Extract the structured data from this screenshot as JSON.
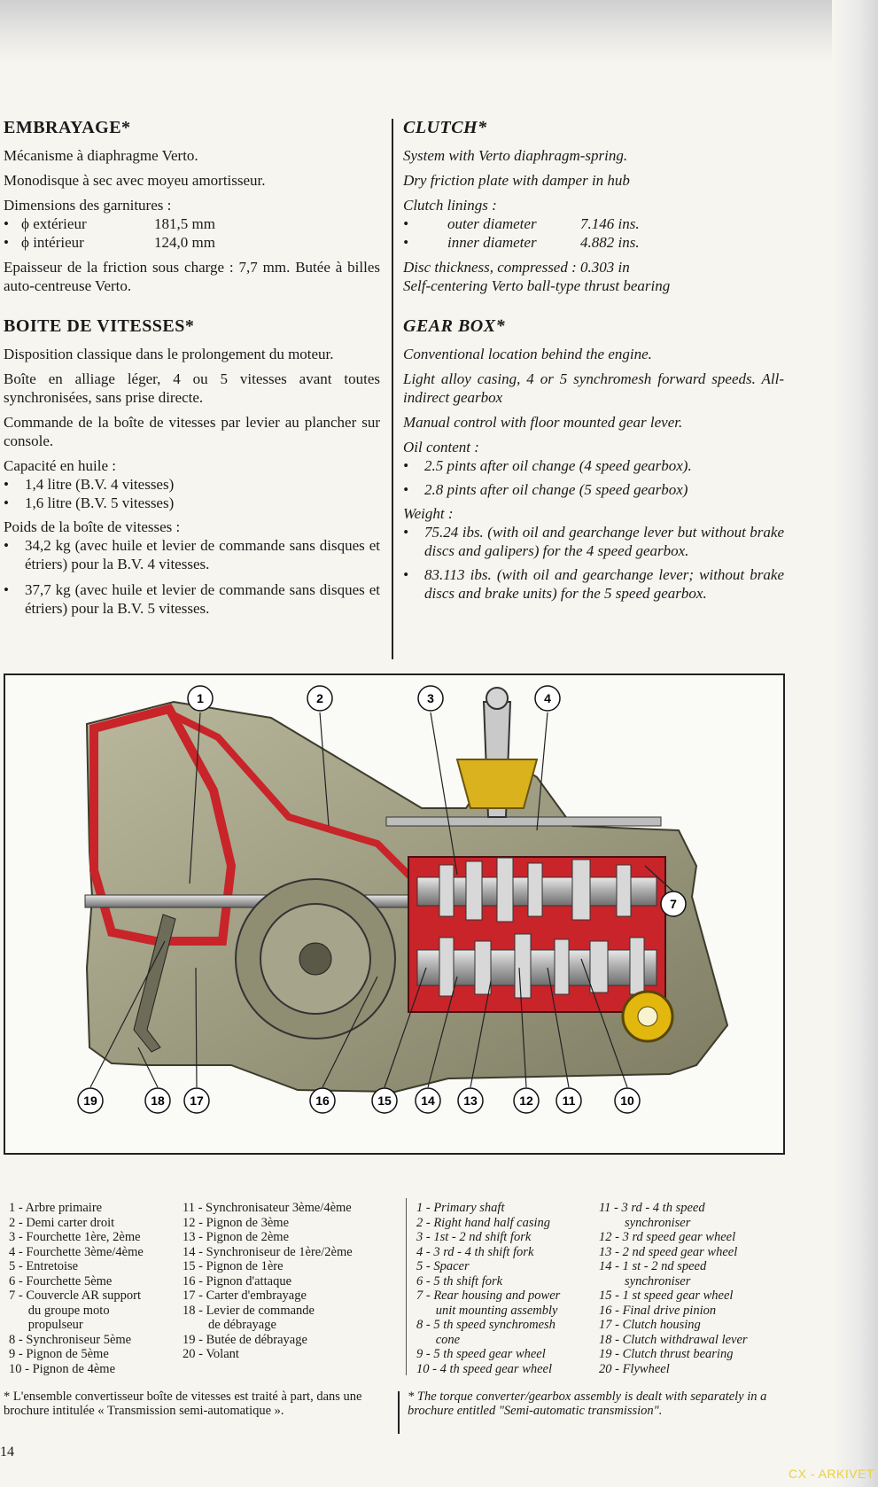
{
  "fr": {
    "clutch_title": "EMBRAYAGE*",
    "clutch_p1": "Mécanisme à diaphragme Verto.",
    "clutch_p2": "Monodisque à sec avec moyeu amortisseur.",
    "clutch_p3": "Dimensions des garnitures :",
    "clutch_rows": [
      {
        "bullet": "•",
        "label": "ϕ extérieur",
        "value": "181,5   mm"
      },
      {
        "bullet": "•",
        "label": "ϕ intérieur",
        "value": "124,0   mm"
      }
    ],
    "clutch_p4": "Epaisseur de la friction sous charge : 7,7 mm. Butée à billes auto-centreuse Verto.",
    "gear_title": "BOITE DE VITESSES*",
    "gear_p1": "Disposition classique dans le prolongement du moteur.",
    "gear_p2": "Boîte en alliage léger, 4 ou 5 vitesses avant toutes synchronisées, sans prise directe.",
    "gear_p3": "Commande de la boîte de vitesses par levier au plancher sur console.",
    "oil_title": "Capacité en huile :",
    "oil_items": [
      "1,4 litre  (B.V. 4 vitesses)",
      "1,6 litre  (B.V. 5 vitesses)"
    ],
    "weight_title": "Poids de la boîte de vitesses :",
    "weight_items": [
      "34,2 kg (avec huile et levier de commande sans disques et étriers) pour la B.V. 4 vitesses.",
      "37,7 kg (avec huile et levier de commande sans disques et étriers) pour la B.V. 5 vitesses."
    ]
  },
  "en": {
    "clutch_title": "CLUTCH*",
    "clutch_p1": "System with Verto diaphragm-spring.",
    "clutch_p2": "Dry friction plate with damper in hub",
    "clutch_p3": "Clutch linings :",
    "clutch_rows": [
      {
        "bullet": "•",
        "label": "outer diameter",
        "value": "7.146 ins."
      },
      {
        "bullet": "•",
        "label": "inner diameter",
        "value": "4.882 ins."
      }
    ],
    "clutch_p4": "Disc thickness, compressed : 0.303 in",
    "clutch_p5": "Self-centering Verto ball-type thrust bearing",
    "gear_title": "GEAR BOX*",
    "gear_p1": "Conventional location behind the engine.",
    "gear_p2": "Light alloy casing,  4 or 5  synchromesh  forward speeds. All-indirect gearbox",
    "gear_p3": "Manual  control  with  floor  mounted  gear  lever.",
    "oil_title": "Oil content :",
    "oil_items": [
      "2.5 pints  after oil change (4 speed gearbox).",
      "2.8 pints  after oil change (5 speed gearbox)"
    ],
    "weight_title": "Weight :",
    "weight_items": [
      "75.24 ibs.  (with oil  and gearchange  lever but without brake discs and galipers)  for the 4 speed gearbox.",
      "83.113  ibs.  (with oil and gearchange  lever; without  brake discs and brake units)  for the 5 speed gearbox."
    ]
  },
  "diagram": {
    "callouts": [
      {
        "num": "1"
      },
      {
        "num": "2"
      },
      {
        "num": "3"
      },
      {
        "num": "4"
      },
      {
        "num": "7"
      },
      {
        "num": "19"
      },
      {
        "num": "18"
      },
      {
        "num": "17"
      },
      {
        "num": "16"
      },
      {
        "num": "15"
      },
      {
        "num": "14"
      },
      {
        "num": "13"
      },
      {
        "num": "12"
      },
      {
        "num": "11"
      },
      {
        "num": "10"
      }
    ]
  },
  "legend": {
    "fr_col1": [
      "1 - Arbre primaire",
      "2 - Demi carter droit",
      "3 - Fourchette 1ère, 2ème",
      "4 - Fourchette 3ème/4ème",
      "5 - Entretoise",
      "6 - Fourchette 5ème",
      "7 - Couvercle AR support",
      "      du groupe moto",
      "      propulseur",
      "8 - Synchroniseur 5ème",
      "9 - Pignon de 5ème",
      "10 - Pignon de 4ème"
    ],
    "fr_col2": [
      "11 - Synchronisateur 3ème/4ème",
      "12 - Pignon de 3ème",
      "13 - Pignon de 2ème",
      "14 - Synchroniseur de 1ère/2ème",
      "15 - Pignon de 1ère",
      "16 - Pignon d'attaque",
      "17 - Carter d'embrayage",
      "18 - Levier de commande",
      "        de débrayage",
      "19 - Butée de débrayage",
      "20 - Volant"
    ],
    "en_col1": [
      "1 - Primary shaft",
      "2 - Right hand half casing",
      "3 - 1st - 2 nd shift fork",
      "4 - 3 rd - 4 th shift fork",
      "5 - Spacer",
      "6 - 5 th shift fork",
      "7 - Rear housing and power",
      "      unit mounting assembly",
      "8 - 5 th speed synchromesh",
      "      cone",
      "9 - 5 th speed gear wheel",
      "10 - 4 th speed gear wheel"
    ],
    "en_col2": [
      "11 - 3 rd - 4 th speed",
      "        synchroniser",
      "12 - 3 rd speed gear wheel",
      "13 - 2 nd speed gear wheel",
      "14 - 1 st - 2 nd speed",
      "        synchroniser",
      "15 - 1 st speed gear wheel",
      "16 - Final drive pinion",
      "17 - Clutch housing",
      "18 - Clutch withdrawal lever",
      "19 - Clutch thrust bearing",
      "20 - Flywheel"
    ]
  },
  "footnote_fr": "* L'ensemble convertisseur boîte de vitesses est traité à part, dans une brochure intitulée « Transmission semi-automatique ».",
  "footnote_en": "* The torque converter/gearbox assembly is dealt with separately in a brochure entitled \"Semi-automatic transmission\".",
  "page_number": "14",
  "watermark": "CX - ARKIVET",
  "colors": {
    "casing_red": "#c8242a",
    "casing_grey": "#9c9a80",
    "watermark": "#e8d23a"
  }
}
